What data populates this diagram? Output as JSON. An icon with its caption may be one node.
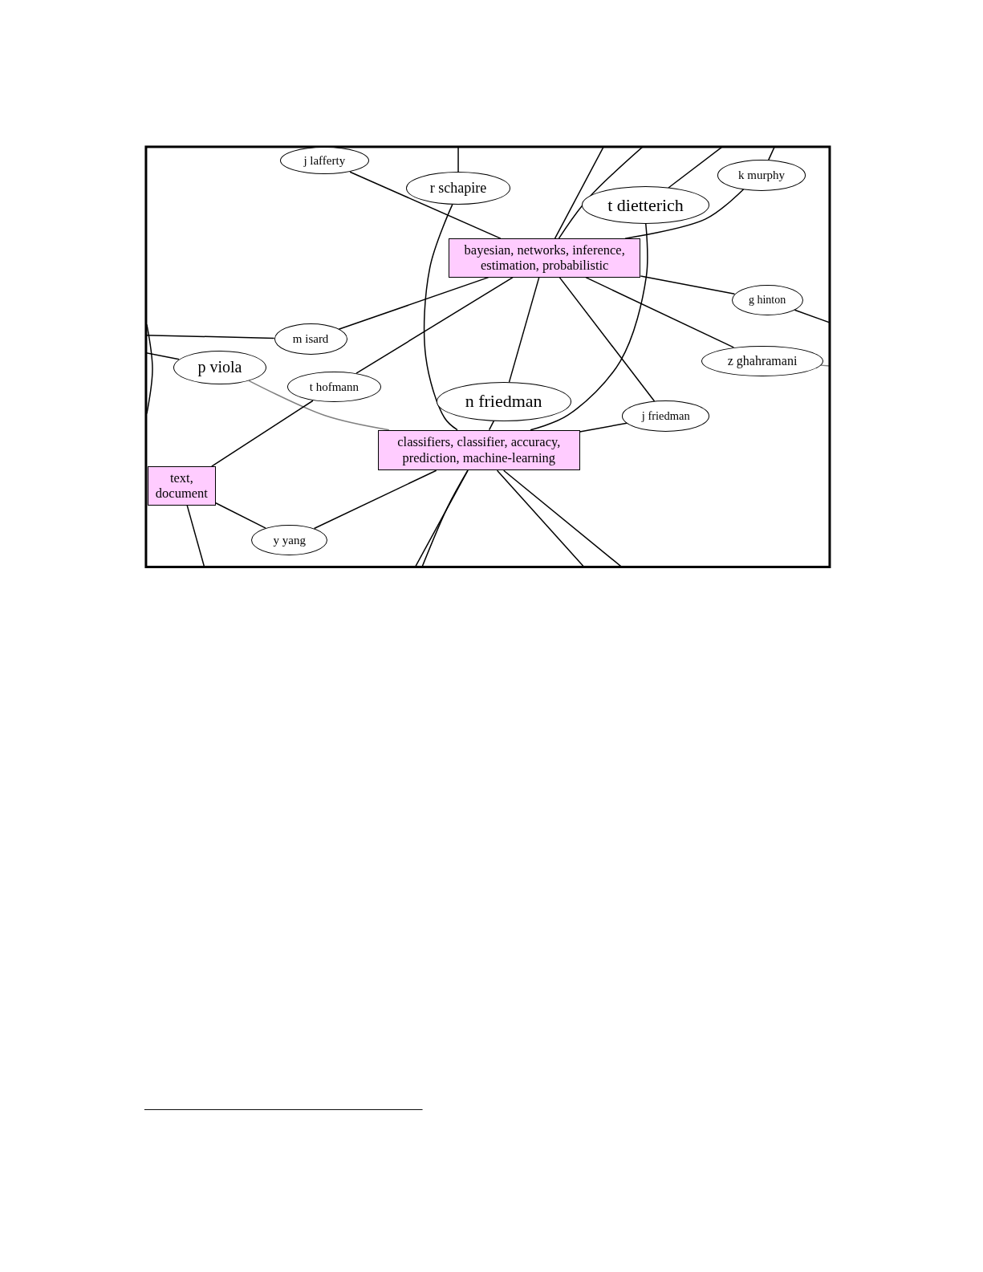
{
  "diagram": {
    "nodes": [
      {
        "text": [
          "j lafferty"
        ]
      },
      {
        "text": [
          "r schapire"
        ]
      },
      {
        "text": [
          "k murphy"
        ]
      },
      {
        "text": [
          "t dietterich"
        ]
      },
      {
        "text": [
          "bayesian, networks, inference, estimation, probabilistic"
        ]
      },
      {
        "text": [
          "g hinton"
        ]
      },
      {
        "text": [
          "m isard"
        ]
      },
      {
        "text": [
          "p viola"
        ]
      },
      {
        "text": [
          "z ghahramani"
        ]
      },
      {
        "text": [
          "t hofmann"
        ]
      },
      {
        "text": [
          "n friedman"
        ]
      },
      {
        "text": [
          "j friedman"
        ]
      },
      {
        "text": [
          "classifiers, classifier, accuracy, prediction, machine-learning"
        ]
      },
      {
        "text": [
          "text, document"
        ]
      },
      {
        "text": [
          "y yang"
        ]
      }
    ],
    "edges": [
      {
        "from": 0,
        "to": 4,
        "arrow": "none"
      },
      {
        "from": null,
        "to": 1,
        "arrow": "none"
      },
      {
        "from": 1,
        "to": 12,
        "arrow": "none"
      },
      {
        "from": null,
        "to": 4,
        "arrow": "none"
      },
      {
        "from": null,
        "to": 4,
        "arrow": "none"
      },
      {
        "from": null,
        "to": 3,
        "arrow": "none"
      },
      {
        "from": null,
        "to": 2,
        "arrow": "none"
      },
      {
        "from": 2,
        "to": 4,
        "arrow": "none"
      },
      {
        "from": 3,
        "to": 12,
        "arrow": "none"
      },
      {
        "from": 4,
        "to": 5,
        "arrow": "none"
      },
      {
        "from": 5,
        "to": null,
        "arrow": "none"
      },
      {
        "from": 4,
        "to": 8,
        "arrow": "none"
      },
      {
        "from": 8,
        "to": null,
        "arrow": "none",
        "color": "#808080"
      },
      {
        "from": 4,
        "to": 6,
        "arrow": "none"
      },
      {
        "from": 4,
        "to": 9,
        "arrow": "none"
      },
      {
        "from": 4,
        "to": 10,
        "arrow": "none"
      },
      {
        "from": 4,
        "to": 11,
        "arrow": "none"
      },
      {
        "from": 6,
        "to": null,
        "arrow": "none"
      },
      {
        "from": 7,
        "to": null,
        "arrow": "none"
      },
      {
        "from": 7,
        "to": 12,
        "arrow": "none",
        "color": "#808080"
      },
      {
        "from": 9,
        "to": 13,
        "arrow": "none"
      },
      {
        "from": 10,
        "to": 12,
        "arrow": "none"
      },
      {
        "from": 11,
        "to": 12,
        "arrow": "none"
      },
      {
        "from": 12,
        "to": 14,
        "arrow": "none"
      },
      {
        "from": 13,
        "to": 14,
        "arrow": "none"
      },
      {
        "from": 13,
        "to": null,
        "arrow": "none"
      },
      {
        "from": 12,
        "to": null,
        "arrow": "none"
      },
      {
        "from": 12,
        "to": null,
        "arrow": "none"
      },
      {
        "from": 12,
        "to": null,
        "arrow": "none"
      },
      {
        "from": 12,
        "to": null,
        "arrow": "none"
      }
    ]
  }
}
